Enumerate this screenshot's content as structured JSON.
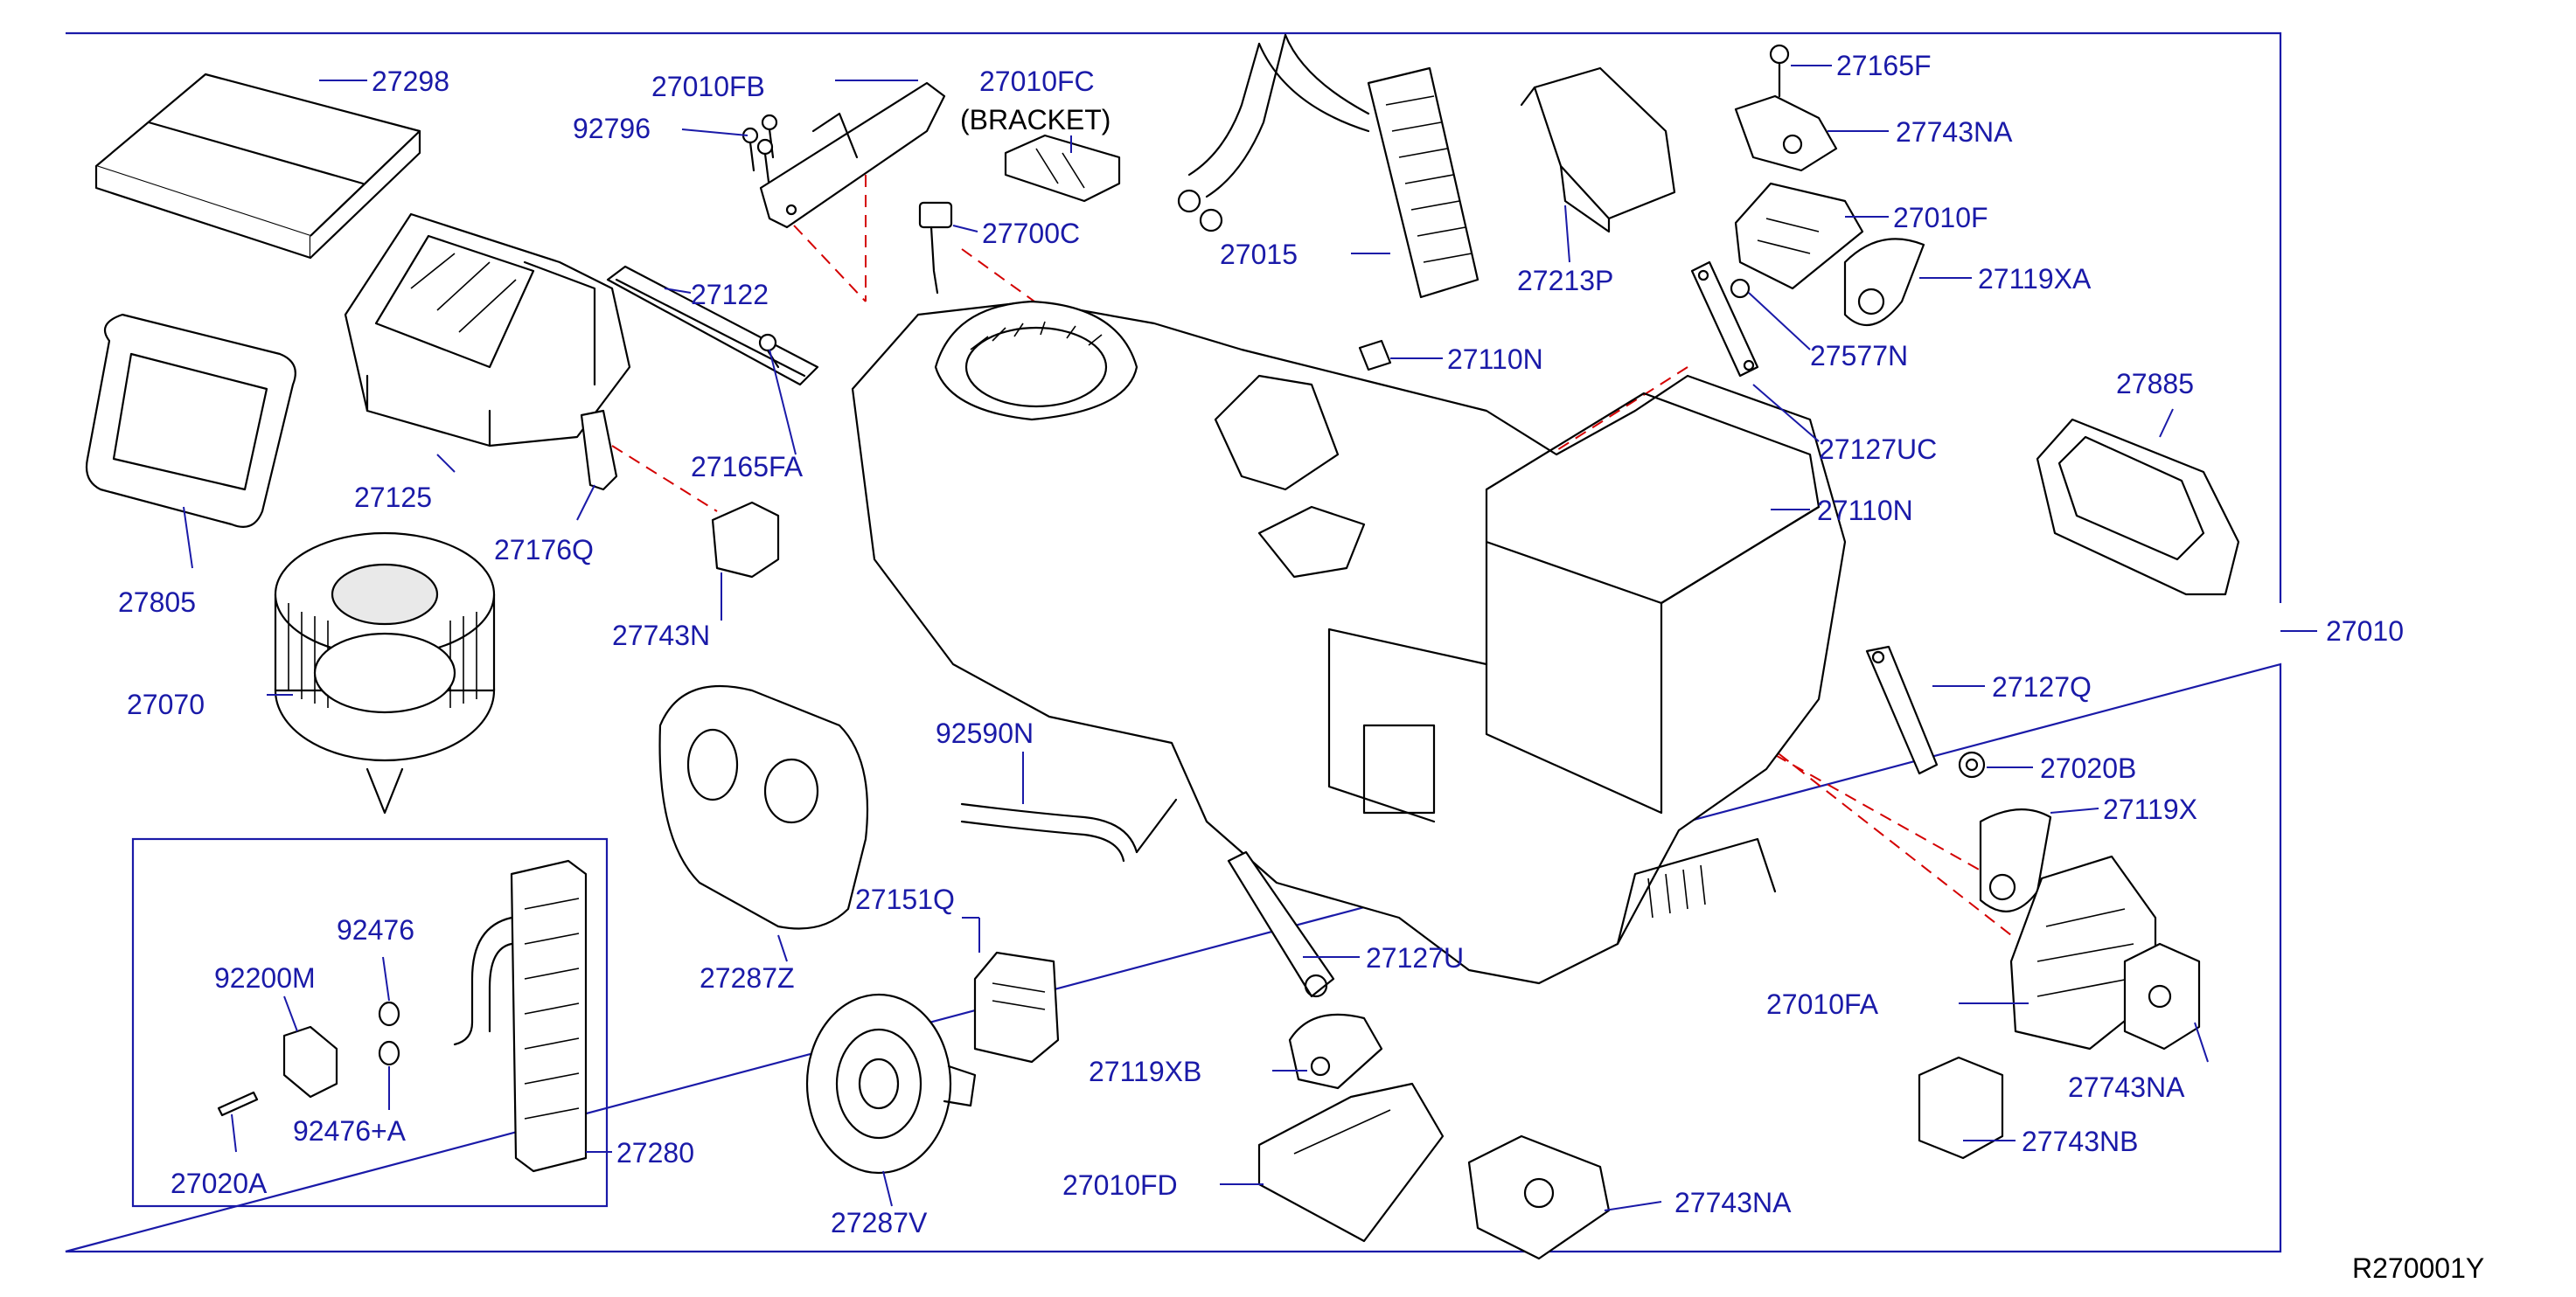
{
  "colors": {
    "label": "#1a1aa8",
    "leader": "#1a1aa8",
    "dash": "#d40000",
    "part": "#000000"
  },
  "labels": {
    "p27298": "27298",
    "p27010FB": "27010FB",
    "p27010FC": "27010FC",
    "bracket": "(BRACKET)",
    "p92796": "92796",
    "p27700C": "27700C",
    "p27015": "27015",
    "p27213P": "27213P",
    "p27165F": "27165F",
    "p27743NA_top": "27743NA",
    "p27010F": "27010F",
    "p27119XA": "27119XA",
    "p27577N": "27577N",
    "p27110N_a": "27110N",
    "p27122": "27122",
    "p27165FA": "27165FA",
    "p27125": "27125",
    "p27805": "27805",
    "p27176Q": "27176Q",
    "p27743N": "27743N",
    "p27070": "27070",
    "p27127UC": "27127UC",
    "p27885": "27885",
    "p27110N_b": "27110N",
    "p27010": "27010",
    "p27127Q": "27127Q",
    "p27020B": "27020B",
    "p27119X": "27119X",
    "p92590N": "92590N",
    "p27287Z": "27287Z",
    "p27151Q": "27151Q",
    "p27127U": "27127U",
    "p27119XB": "27119XB",
    "p27010FA": "27010FA",
    "p27743NA_right": "27743NA",
    "p27743NB": "27743NB",
    "p27010FD": "27010FD",
    "p27743NA_bottom": "27743NA",
    "p27287V": "27287V",
    "p92476": "92476",
    "p92200M": "92200M",
    "p92476A": "92476+A",
    "p27020A": "27020A",
    "p27280": "27280",
    "ref": "R270001Y"
  }
}
